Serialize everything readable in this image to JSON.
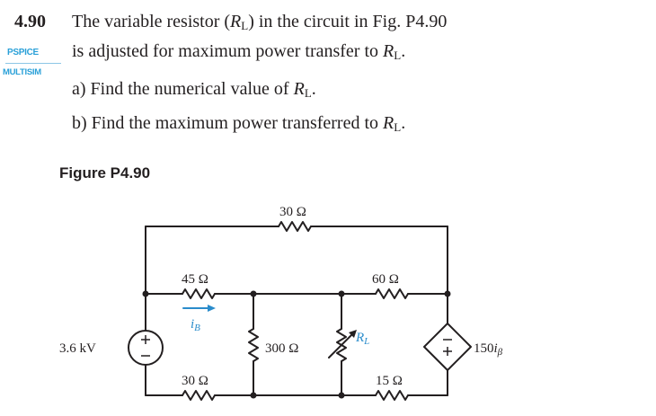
{
  "problem": {
    "number": "4.90",
    "badges": {
      "pspice": "PSPICE",
      "multisim": "MULTISIM"
    },
    "line1": {
      "pre": "The variable resistor (",
      "r": "R",
      "sub": "L",
      "post": ") in the circuit in Fig. P4.90"
    },
    "line2": {
      "pre": "is adjusted for maximum power transfer to ",
      "r": "R",
      "sub": "L",
      "post": "."
    },
    "part_a": {
      "pre": "a) Find the numerical value of ",
      "r": "R",
      "sub": "L",
      "post": "."
    },
    "part_b": {
      "pre": "b) Find the maximum power transferred to ",
      "r": "R",
      "sub": "L",
      "post": "."
    }
  },
  "figure": {
    "title": "Figure P4.90",
    "labels": {
      "r30_top": "30 Ω",
      "r45": "45 Ω",
      "r60": "60 Ω",
      "r300": "300 Ω",
      "r30_bottom": "30 Ω",
      "r15": "15 Ω",
      "rl_r": "R",
      "rl_sub": "L",
      "source": "3.6 kV",
      "ib_i": "i",
      "ib_sub": "B",
      "dep_pre": "150",
      "dep_i": "i",
      "dep_sub": "β"
    },
    "colors": {
      "accent": "#2a8ccb",
      "ink": "#231f20"
    }
  }
}
